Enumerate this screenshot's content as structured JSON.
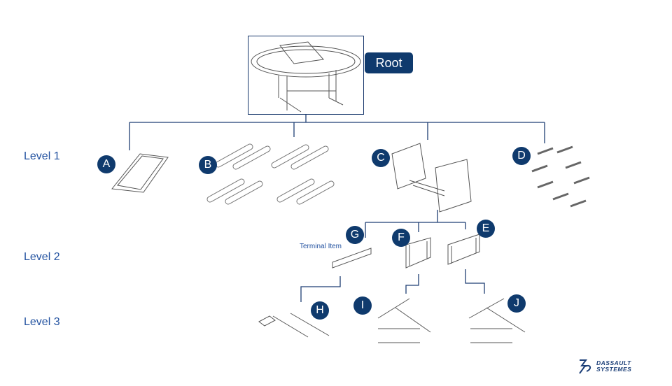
{
  "root": {
    "label": "Root"
  },
  "levels": [
    "Level 1",
    "Level 2",
    "Level 3"
  ],
  "badges": [
    "A",
    "B",
    "C",
    "D",
    "E",
    "F",
    "G",
    "H",
    "I",
    "J"
  ],
  "terminal_label": "Terminal Item",
  "logo": {
    "line1": "DASSAULT",
    "line2": "SYSTEMES"
  },
  "colors": {
    "navy": "#0f3a6d",
    "label_blue": "#2352a0"
  }
}
